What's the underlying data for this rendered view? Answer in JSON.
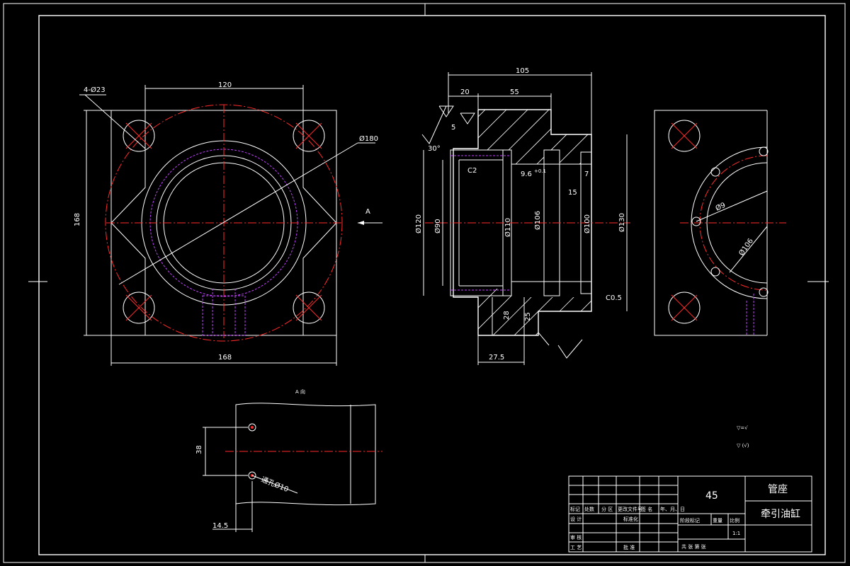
{
  "front_view": {
    "hole_pattern": "4-Ø23",
    "bolt_spacing": "120",
    "pcd": "Ø180",
    "height": "168",
    "width": "168",
    "view_arrow": "A"
  },
  "section_view": {
    "overall": "105",
    "flange": "20",
    "body": "55",
    "chamfer_depth": "5",
    "angle": "30°",
    "chamfer": "C2",
    "groove": "9.6",
    "groove_tol": "+0.1",
    "groove2": "7",
    "groove3": "15",
    "dia_120": "Ø120",
    "dia_90": "Ø90",
    "dia_110": "Ø110",
    "dia_106": "Ø106",
    "dia_100": "Ø100",
    "dia_130": "Ø130",
    "chamfer2": "C0.5",
    "port_dia": "28",
    "port_depth": "25",
    "port_offset": "27.5"
  },
  "side_view": {
    "hole_dia": "Ø9",
    "pcd": "Ø106"
  },
  "aux_view": {
    "title": "A 向",
    "spacing": "38",
    "note": "通孔Ø10",
    "offset": "14.5"
  },
  "roughness_notes": [
    "▽=√",
    "▽  (√)"
  ],
  "title_block": {
    "material": "45",
    "part_name": "管座",
    "assembly": "牵引油缸",
    "scale": "1:1",
    "hdr": [
      "标记",
      "处数",
      "分 区",
      "更改文件号",
      "签 名",
      "年、月、日"
    ],
    "design": "设 计",
    "standard": "标准化",
    "stage": "阶段标记",
    "weight": "重量",
    "ratio": "比例",
    "review": "审 核",
    "process": "工 艺",
    "approve": "批 准",
    "sheets": "共   张   第   张"
  }
}
